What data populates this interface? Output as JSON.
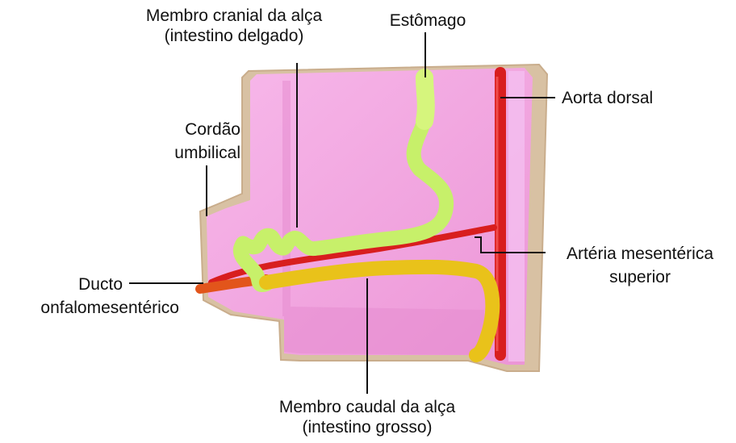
{
  "labels": {
    "membro_cranial_line1": "Membro cranial da alça",
    "membro_cranial_line2": "(intestino delgado)",
    "estomago": "Estômago",
    "cordao_line1": "Cordão",
    "cordao_line2": "umbilical",
    "aorta": "Aorta dorsal",
    "ducto_line1": "Ducto",
    "ducto_line2": "onfalomesentérico",
    "arteria_line1": "Artéria mesentérica",
    "arteria_line2": "superior",
    "membro_caudal_line1": "Membro caudal da alça",
    "membro_caudal_line2": "(intestino grosso)"
  },
  "colors": {
    "model_body": "#f2a6df",
    "model_edge": "#d9c3a5",
    "small_intestine": "#c7f06a",
    "large_intestine": "#e9c21a",
    "artery": "#d81e1e",
    "duct": "#e2551b",
    "leader_line": "#111111"
  }
}
